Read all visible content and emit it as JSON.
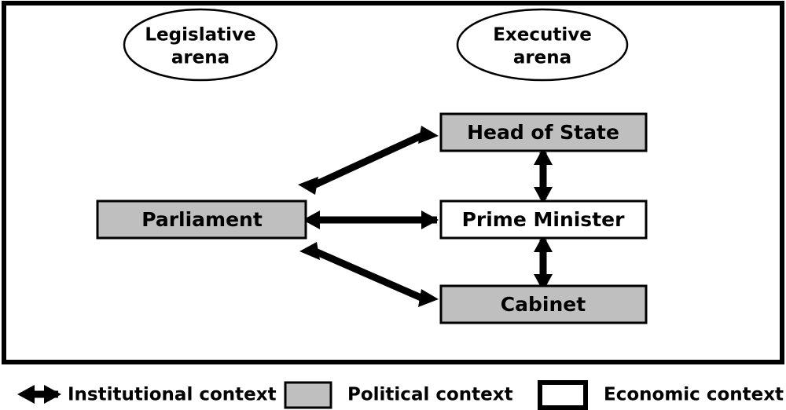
{
  "figure": {
    "frame": {
      "border_color": "#000000"
    },
    "colors": {
      "political_fill": "#bfbfbf",
      "economic_fill": "#ffffff",
      "stroke": "#000000",
      "background": "#ffffff"
    }
  },
  "arenas": [
    {
      "id": "legislative",
      "label_line1": "Legislative",
      "label_line2": "arena"
    },
    {
      "id": "executive",
      "label_line1": "Executive",
      "label_line2": "arena"
    }
  ],
  "nodes": [
    {
      "id": "head-of-state",
      "label": "Head of State",
      "context": "Political context",
      "fill": "#bfbfbf"
    },
    {
      "id": "parliament",
      "label": "Parliament",
      "context": "Political context",
      "fill": "#bfbfbf"
    },
    {
      "id": "prime-minister",
      "label": "Prime Minister",
      "context": "Economic context",
      "fill": "#ffffff"
    },
    {
      "id": "cabinet",
      "label": "Cabinet",
      "context": "Political context",
      "fill": "#bfbfbf"
    }
  ],
  "connections": [
    {
      "id": "parliament-head-of-state",
      "from": "parliament",
      "to": "head-of-state",
      "type": "double-arrow",
      "context": "Institutional context"
    },
    {
      "id": "parliament-prime-minister",
      "from": "parliament",
      "to": "prime-minister",
      "type": "double-arrow",
      "context": "Institutional context"
    },
    {
      "id": "parliament-cabinet",
      "from": "parliament",
      "to": "cabinet",
      "type": "double-arrow",
      "context": "Institutional context"
    },
    {
      "id": "head-of-state-prime-minister",
      "from": "head-of-state",
      "to": "prime-minister",
      "type": "double-arrow",
      "context": "Institutional context"
    },
    {
      "id": "prime-minister-cabinet",
      "from": "prime-minister",
      "to": "cabinet",
      "type": "double-arrow",
      "context": "Institutional context"
    }
  ],
  "legend": {
    "items": [
      {
        "id": "institutional",
        "symbol": "double-arrow",
        "label": "Institutional context"
      },
      {
        "id": "political",
        "symbol": "gray-swatch",
        "label": "Political context",
        "fill": "#bfbfbf"
      },
      {
        "id": "economic",
        "symbol": "white-swatch",
        "label": "Economic context",
        "fill": "#ffffff"
      }
    ]
  }
}
